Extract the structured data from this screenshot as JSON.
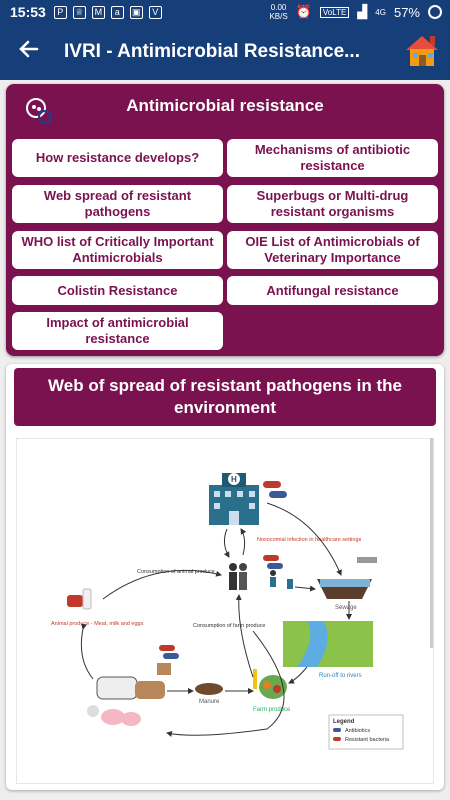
{
  "statusbar": {
    "time": "15:53",
    "speed_value": "0.00",
    "speed_unit": "KB/S",
    "volte": "VoLTE",
    "network": "4G",
    "battery": "57%"
  },
  "appbar": {
    "title": "IVRI - Antimicrobial Resistance..."
  },
  "topics": {
    "heading": "Antimicrobial resistance",
    "items": [
      {
        "label": "How resistance develops?"
      },
      {
        "label": "Mechanisms of antibiotic resistance"
      },
      {
        "label": "Web spread of resistant pathogens"
      },
      {
        "label": "Superbugs or Multi-drug resistant organisms"
      },
      {
        "label": "WHO list of Critically Important Antimicrobials"
      },
      {
        "label": "OIE List of Antimicrobials of Veterinary Importance"
      },
      {
        "label": "Colistin Resistance"
      },
      {
        "label": "Antifungal resistance"
      },
      {
        "label": "Impact of antimicrobial resistance"
      }
    ]
  },
  "section": {
    "heading": "Web of spread of resistant pathogens in the environment"
  },
  "diagram": {
    "labels": {
      "nosocomial": "Nosocomial infection in healthcare settings",
      "consumption_animal": "Consumption of animal produce",
      "consumption_farm": "Consumption of farm produce",
      "animal_produce": "Animal produce - Meat, milk and eggs",
      "sewage": "Sewage",
      "runoff": "Run-off to rivers",
      "manure": "Manure",
      "farm_produce": "Farm produce"
    },
    "legend": {
      "title": "Legend",
      "antibiotics": "Antibiotics",
      "resistant_bacteria": "Resistant bacteria"
    }
  },
  "colors": {
    "primary": "#163f7a",
    "accent": "#7b1250"
  },
  "icons": [
    "back-arrow-icon",
    "home-icon",
    "amr-logo-icon"
  ]
}
